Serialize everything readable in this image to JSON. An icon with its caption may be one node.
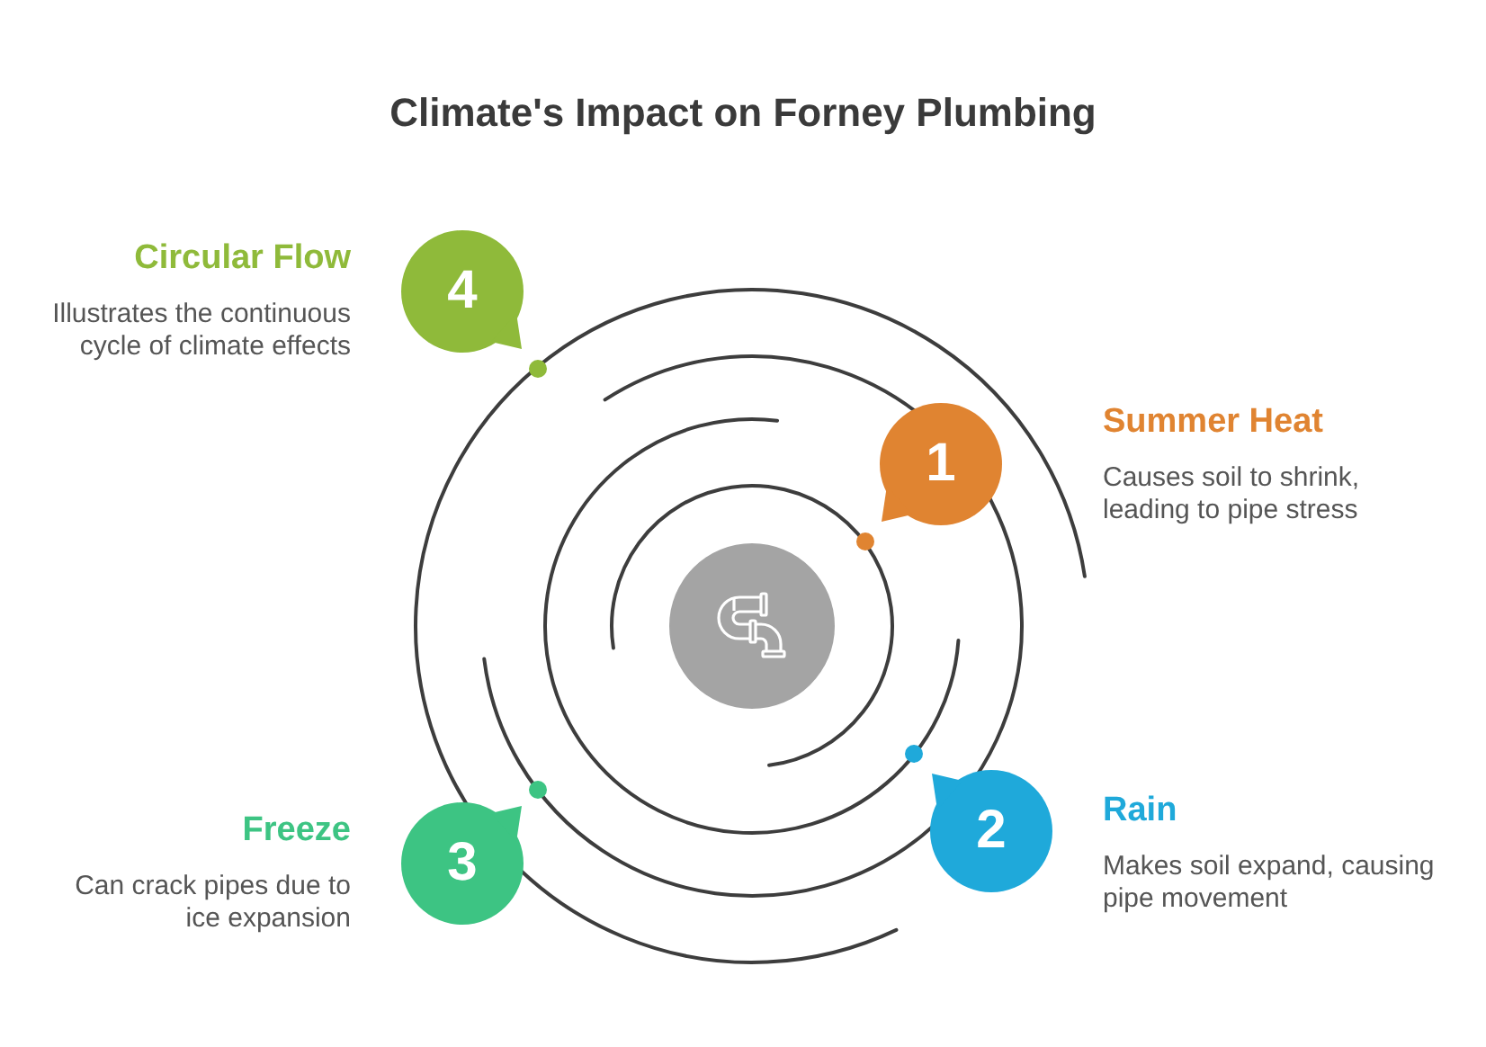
{
  "diagram": {
    "title": "Climate's Impact on Forney Plumbing",
    "nodes": [
      {
        "text": [
          "1"
        ],
        "beside": [
          "Summer Heat",
          "Causes soil to shrink, leading to pipe stress"
        ]
      },
      {
        "text": [
          "2"
        ],
        "beside": [
          "Rain",
          "Makes soil expand, causing pipe movement"
        ]
      },
      {
        "text": [
          "3"
        ],
        "beside": [
          "Freeze",
          "Can crack pipes due to ice expansion"
        ]
      },
      {
        "text": [
          "4"
        ],
        "beside": [
          "Circular Flow",
          "Illustrates the continuous cycle of climate effects"
        ]
      },
      {
        "text": [],
        "shape": "circle"
      }
    ]
  }
}
